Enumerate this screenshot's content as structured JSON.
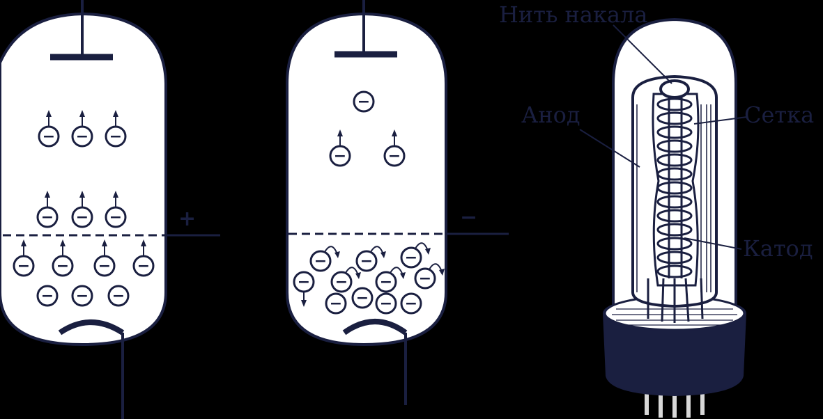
{
  "labels": {
    "filament": "Нить накала",
    "anode": "Анод",
    "grid": "Сетка",
    "cathode": "Катод"
  },
  "signs": {
    "positive": "+",
    "negative": "−"
  },
  "electron_symbol": "−",
  "colors": {
    "background": "#000000",
    "tube_fill": "#ffffff",
    "ink": "#1a1f40"
  }
}
